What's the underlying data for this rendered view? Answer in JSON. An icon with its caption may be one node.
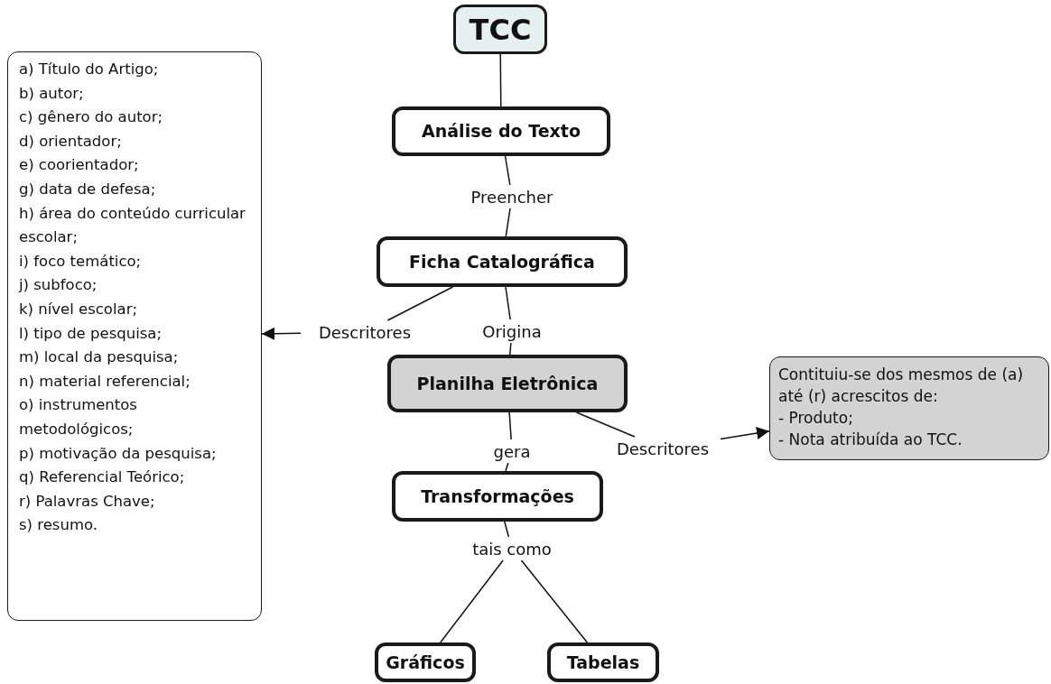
{
  "diagram": {
    "nodes": [
      {
        "text": [
          "TCC"
        ]
      },
      {
        "text": [
          "Análise do Texto"
        ]
      },
      {
        "text": [
          "Preencher"
        ]
      },
      {
        "text": [
          "Ficha Catalográfica"
        ]
      },
      {
        "text": [
          "Descritores"
        ]
      },
      {
        "text": [
          "Origina"
        ]
      },
      {
        "text": [
          "a) Título do Artigo;",
          "b) autor;",
          "c) gênero do autor;",
          "d) orientador;",
          "e) coorientador;",
          "g) data de defesa;",
          "h) área do conteúdo curricular escolar;",
          "i) foco temático;",
          "j) subfoco;",
          "k) nível escolar;",
          "l) tipo de pesquisa;",
          "m) local da pesquisa;",
          "n) material referencial;",
          "o) instrumentos metodológicos;",
          "p) motivação da pesquisa;",
          "q) Referencial Teórico;",
          "r) Palavras Chave;",
          "s) resumo."
        ]
      },
      {
        "text": [
          "Planilha Eletrônica"
        ]
      },
      {
        "text": [
          "gera"
        ]
      },
      {
        "text": [
          "Descritores"
        ]
      },
      {
        "text": [
          "Contituiu-se dos mesmos de (a) até (r) acrescitos de:",
          "- Produto;",
          "- Nota atribuída ao TCC."
        ]
      },
      {
        "text": [
          "Transformações"
        ]
      },
      {
        "text": [
          "tais como"
        ]
      },
      {
        "text": [
          "Gráficos"
        ]
      },
      {
        "text": [
          "Tabelas"
        ]
      }
    ],
    "edges": [
      {
        "from": 0,
        "to": 1,
        "arrow": "none"
      },
      {
        "from": 1,
        "to": 2,
        "arrow": "none"
      },
      {
        "from": 2,
        "to": 3,
        "arrow": "none"
      },
      {
        "from": 3,
        "to": 4,
        "arrow": "none"
      },
      {
        "from": 4,
        "to": 6,
        "arrow": "to"
      },
      {
        "from": 3,
        "to": 5,
        "arrow": "none"
      },
      {
        "from": 5,
        "to": 7,
        "arrow": "none"
      },
      {
        "from": 7,
        "to": 8,
        "arrow": "none"
      },
      {
        "from": 8,
        "to": 11,
        "arrow": "none"
      },
      {
        "from": 7,
        "to": 9,
        "arrow": "none"
      },
      {
        "from": 9,
        "to": 10,
        "arrow": "to"
      },
      {
        "from": 11,
        "to": 12,
        "arrow": "none"
      },
      {
        "from": 12,
        "to": 13,
        "arrow": "none"
      },
      {
        "from": 12,
        "to": 14,
        "arrow": "none"
      }
    ]
  }
}
